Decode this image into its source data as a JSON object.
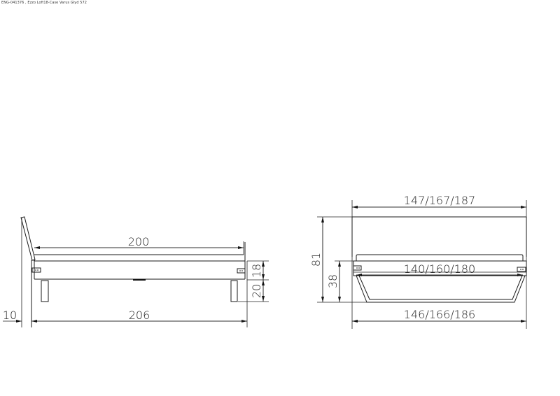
{
  "header": {
    "title": "ENG-041376 , Ezzo Loft18-Case Varus Glyd 572"
  },
  "side_view": {
    "dimensions": {
      "mattress_length": "200",
      "total_length": "206",
      "headboard_offset": "10",
      "frame_height": "18",
      "leg_height": "20"
    }
  },
  "end_view": {
    "dimensions": {
      "headboard_width": "147/167/187",
      "mattress_width": "140/160/180",
      "frame_width": "146/166/186",
      "total_height": "81",
      "frame_top_height": "38"
    }
  },
  "colors": {
    "line": "#1a1a1a",
    "background": "#ffffff"
  }
}
